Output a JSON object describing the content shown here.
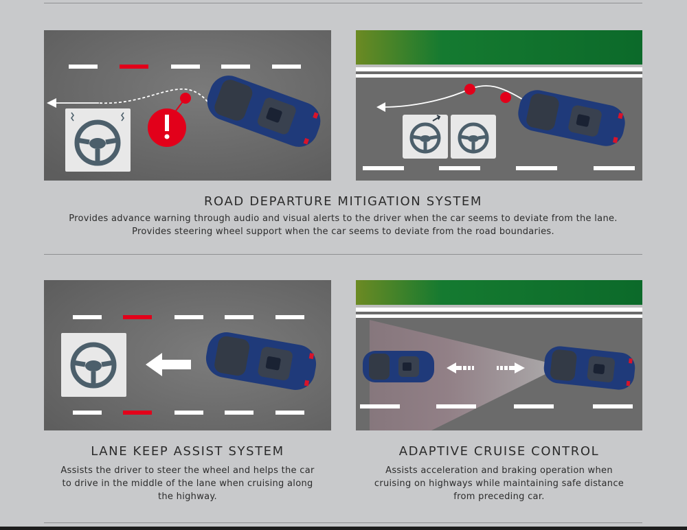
{
  "sections": {
    "road_departure": {
      "title": "ROAD DEPARTURE MITIGATION SYSTEM",
      "lines": [
        "Provides advance warning through audio and visual alerts to the driver when the car seems to deviate from the lane.",
        "Provides steering wheel support when the car seems to deviate from the road boundaries."
      ]
    },
    "lane_keep": {
      "title": "LANE KEEP ASSIST SYSTEM",
      "lines": [
        "Assists the driver to steer the wheel and helps the car",
        "to drive in the middle of the lane when cruising along",
        "the highway."
      ]
    },
    "adaptive_cruise": {
      "title": "ADAPTIVE CRUISE CONTROL",
      "lines": [
        "Assists acceleration and braking operation when",
        "cruising on highways while maintaining safe distance",
        "from preceding car."
      ]
    }
  },
  "colors": {
    "background": "#c8c9cb",
    "road": "#6b6b6b",
    "car_blue": "#1f3a7a",
    "alert_red": "#e2001a",
    "lane_white": "#ffffff",
    "grass_green": "#0f6b2c"
  },
  "icons": {
    "warning": "exclamation-icon",
    "steering": "steering-wheel-icon"
  }
}
